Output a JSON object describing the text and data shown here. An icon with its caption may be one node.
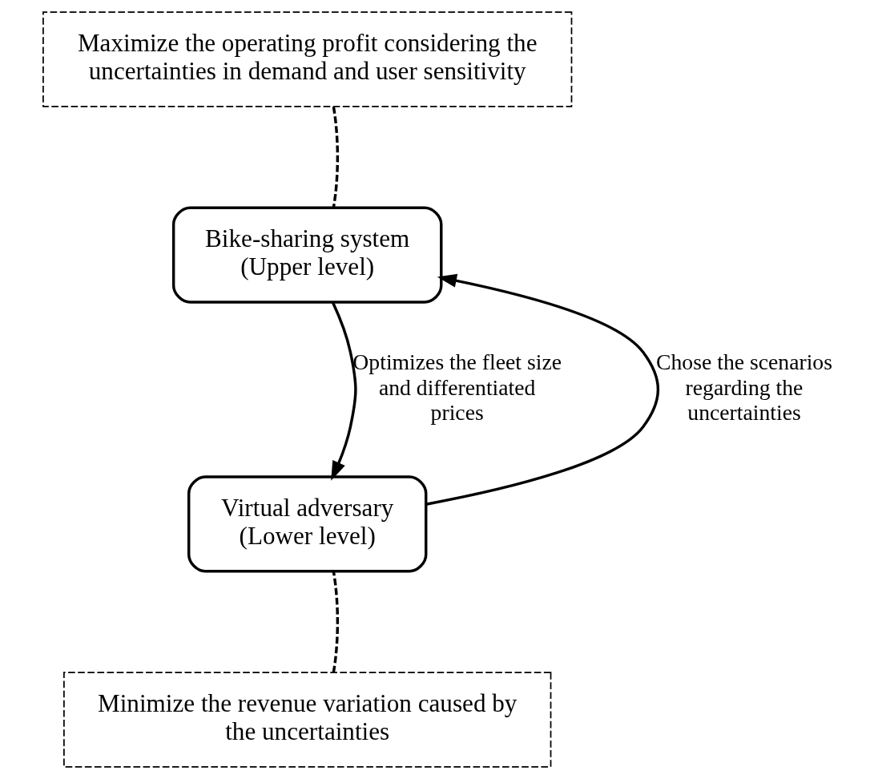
{
  "diagram": {
    "nodes": [
      {
        "text": [
          "Maximize the operating profit considering the uncertainties in demand and user sensitivity"
        ]
      },
      {
        "text": [
          "Bike-sharing system (Upper level)"
        ]
      },
      {
        "text": [
          "Virtual adversary (Lower level)"
        ]
      },
      {
        "text": [
          "Minimize the revenue variation caused by the uncertainties"
        ]
      }
    ],
    "edges": [
      {
        "from": 0,
        "to": 1,
        "arrow": "none",
        "style": "dashed"
      },
      {
        "from": 2,
        "to": 1,
        "arrow": "to",
        "label": "Chose the scenarios regarding the uncertainties"
      },
      {
        "from": 1,
        "to": 2,
        "arrow": "to",
        "label": "Optimizes the fleet size and differentiated prices"
      },
      {
        "from": 3,
        "to": 2,
        "arrow": "none",
        "style": "dashed"
      }
    ]
  }
}
